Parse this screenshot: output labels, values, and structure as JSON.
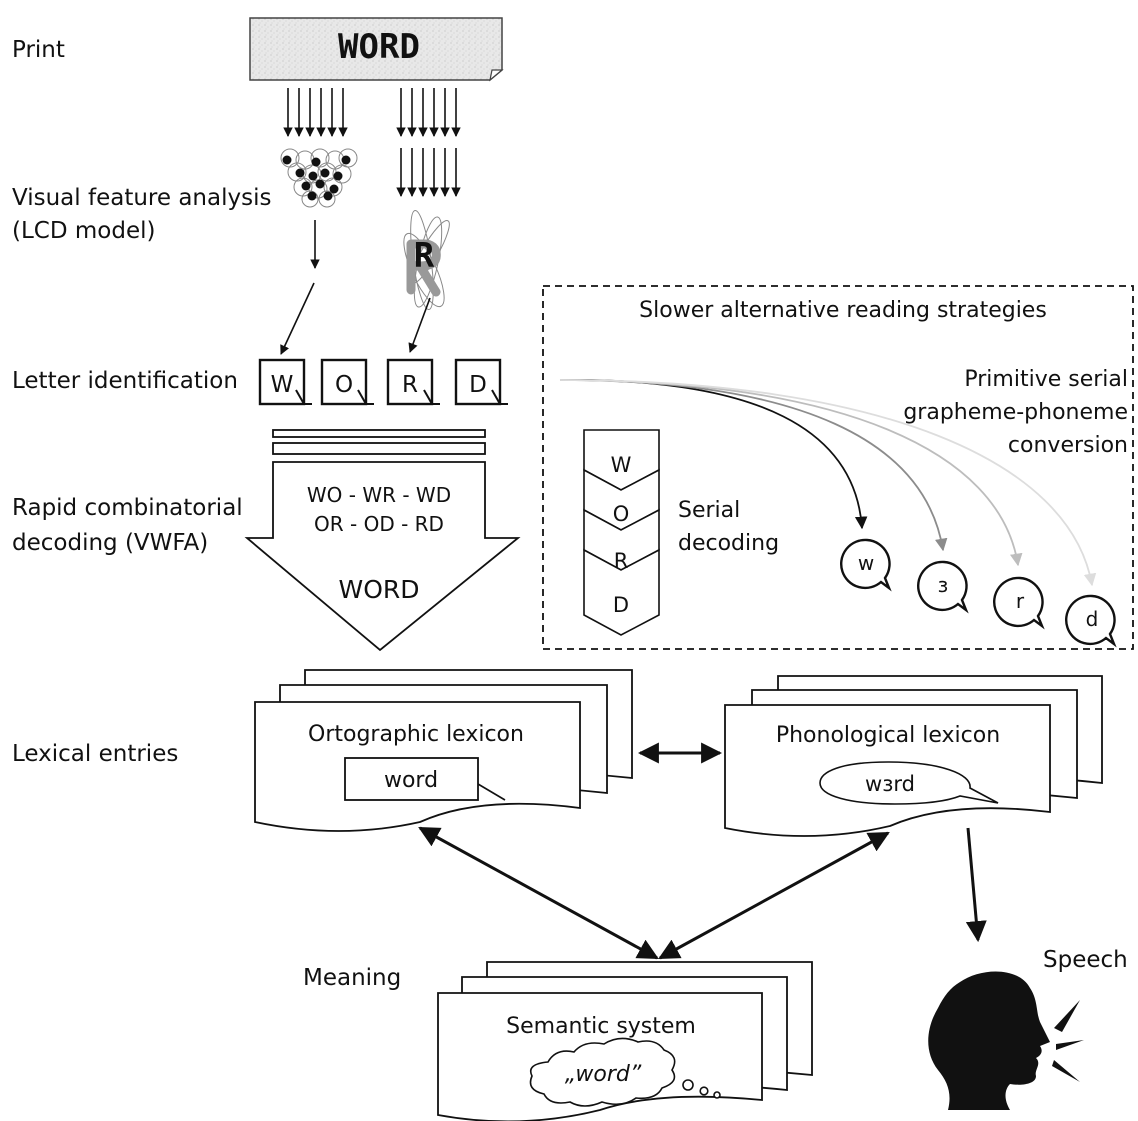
{
  "labels": {
    "print": "Print",
    "visual_feature_analysis": "Visual feature analysis",
    "lcd_model": "(LCD model)",
    "letter_identification": "Letter identification",
    "rapid_combinatorial": "Rapid combinatorial",
    "decoding_vwfa": "decoding (VWFA)",
    "lexical_entries": "Lexical entries",
    "meaning": "Meaning",
    "speech": "Speech"
  },
  "print_word": "WORD",
  "feature_letter": "R",
  "letters": [
    "W",
    "O",
    "R",
    "D"
  ],
  "bigrams": {
    "line1": "WO - WR - WD",
    "line2": "OR - OD - RD"
  },
  "decoded_word": "WORD",
  "alternative": {
    "title": "Slower alternative reading strategies",
    "primitive_line1": "Primitive serial",
    "primitive_line2": "grapheme-phoneme",
    "primitive_line3": "conversion",
    "serial_line1": "Serial",
    "serial_line2": "decoding",
    "serial_letters": [
      "W",
      "O",
      "R",
      "D"
    ],
    "phonemes": [
      "w",
      "ɜ",
      "r",
      "d"
    ]
  },
  "orthographic": {
    "title": "Ortographic lexicon",
    "entry": "word"
  },
  "phonological": {
    "title": "Phonological lexicon",
    "entry": "wɜrd"
  },
  "semantic": {
    "title": "Semantic system",
    "entry": "„word”"
  },
  "colors": {
    "ink": "#111111",
    "gray1": "#555555",
    "gray2": "#8c8c8c",
    "gray3": "#bdbdbd",
    "gray4": "#dddddd",
    "paper": "#e6e6e6"
  }
}
